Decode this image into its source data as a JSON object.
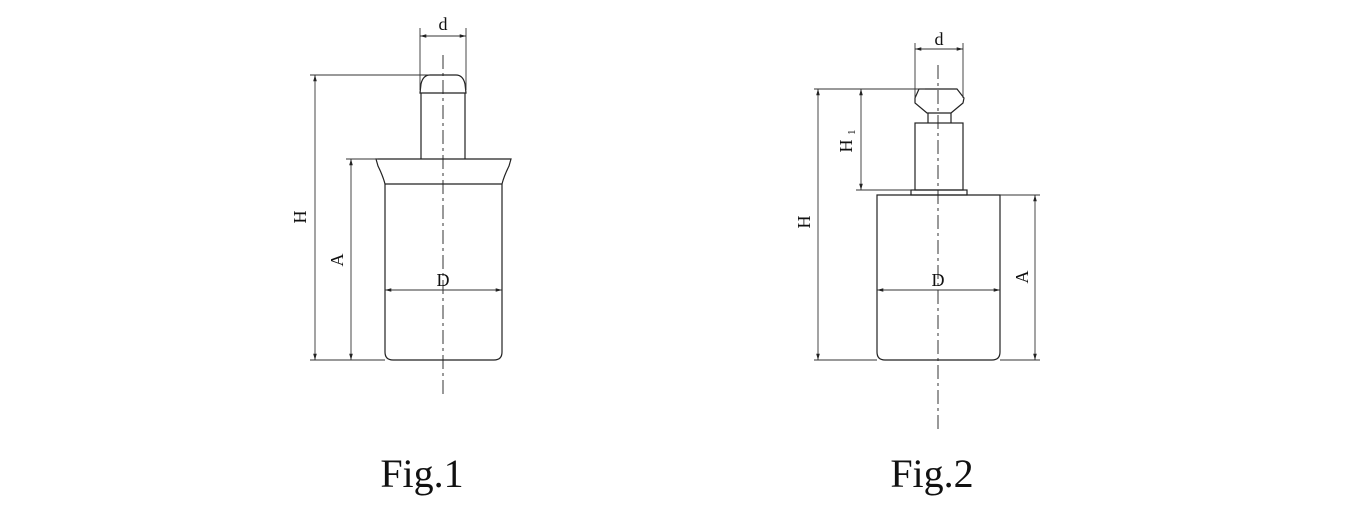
{
  "figures": [
    {
      "caption": "Fig.1",
      "labels": {
        "d": "d",
        "H": "H",
        "A": "A",
        "D": "D"
      }
    },
    {
      "caption": "Fig.2",
      "labels": {
        "d": "d",
        "H1": "H",
        "H1_sub": "1",
        "H": "H",
        "A": "A",
        "D": "D"
      }
    }
  ]
}
